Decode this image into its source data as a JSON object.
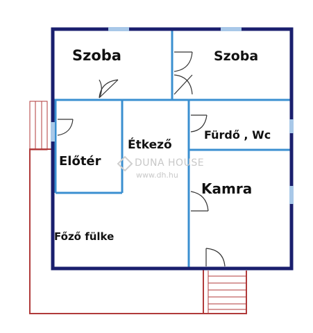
{
  "rooms": {
    "szoba_left": "Szoba",
    "szoba_right": "Szoba",
    "eloter": "Előtér",
    "etkezo": "Étkező",
    "furdo": "Fürdő , Wc",
    "kamra": "Kamra",
    "fozo": "Főző fülke"
  },
  "watermark": {
    "brand": "DUNA HOUSE",
    "url": "www.dh.hu"
  },
  "colors": {
    "outer_wall": "#1a1f6e",
    "inner_wall": "#3a8fd0",
    "terrace": "#b03a3a",
    "door": "#333333",
    "window": "#a8c8e8"
  }
}
